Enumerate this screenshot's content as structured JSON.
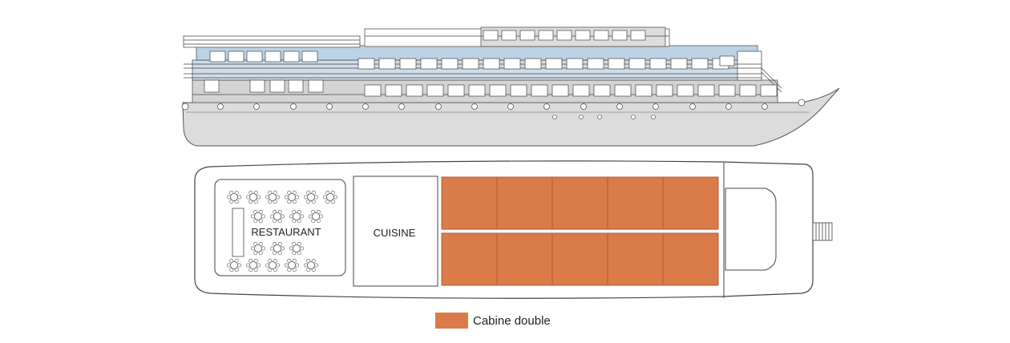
{
  "colors": {
    "cabin_fill": "#d97c4a",
    "cabin_stroke": "#b45a2e",
    "hull_fill": "#dcdcdc",
    "deck_blue": "#bcd3e6",
    "line": "#333333"
  },
  "deck_plan": {
    "restaurant_label": "RESTAURANT",
    "kitchen_label": "CUISINE",
    "cabins": {
      "top_row": 5,
      "bottom_row": 5,
      "type": "Cabine double"
    }
  },
  "legend": {
    "items": [
      {
        "label": "Cabine double",
        "color": "#d97c4a"
      }
    ]
  }
}
